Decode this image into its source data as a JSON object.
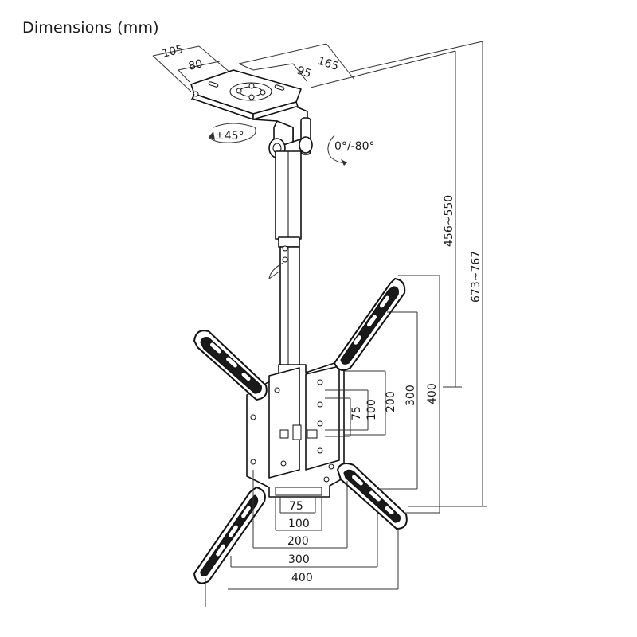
{
  "title": "Dimensions (mm)",
  "top_dims": {
    "d105": "105",
    "d80": "80",
    "d165": "165",
    "d95": "95"
  },
  "rotation": {
    "swivel": "±45°",
    "tilt": "0°/-80°"
  },
  "vertical_dims": {
    "drop_pole": "456~550",
    "drop_total": "673~767"
  },
  "vesa_vertical": [
    "75",
    "100",
    "200",
    "300",
    "400"
  ],
  "vesa_horizontal": [
    "75",
    "100",
    "200",
    "300",
    "400"
  ]
}
